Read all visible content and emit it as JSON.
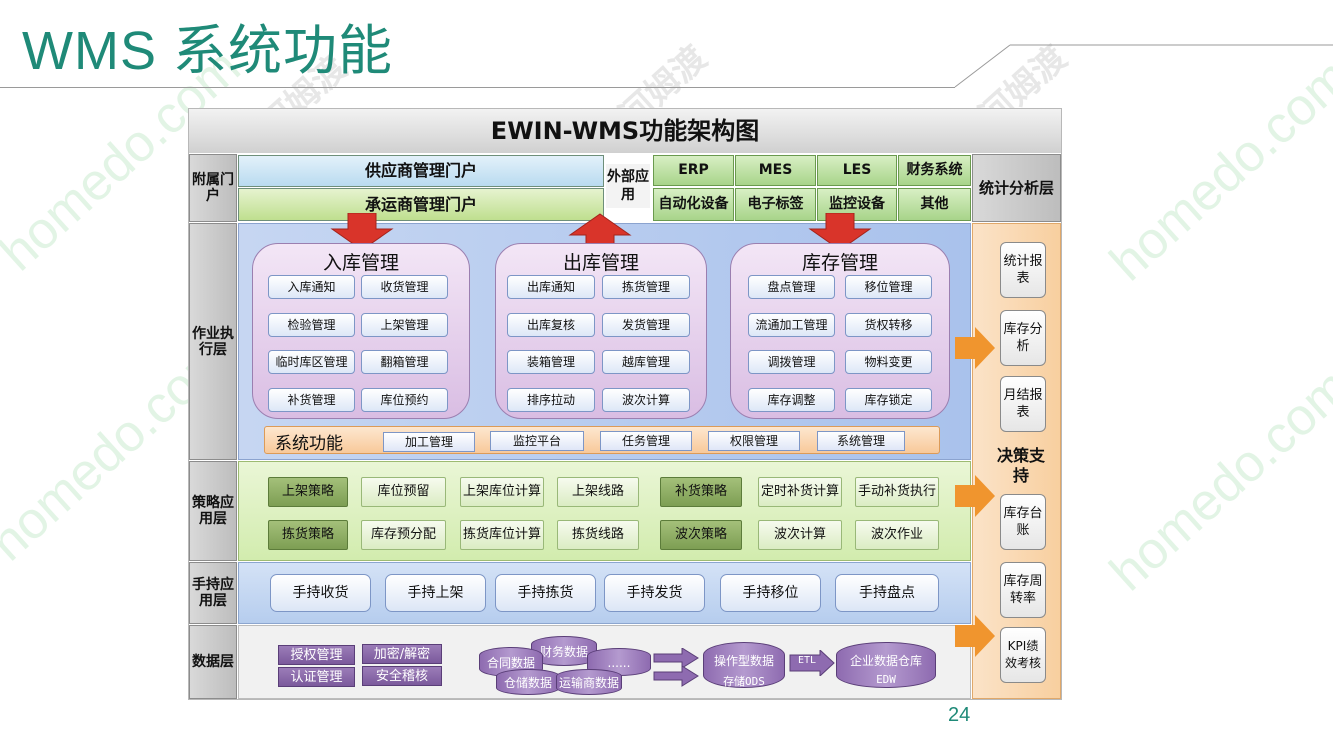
{
  "slide": {
    "title": "WMS 系统功能",
    "page_number": "24"
  },
  "diagram": {
    "title": "EWIN-WMS功能架构图",
    "rows": {
      "portal": "附属门户",
      "exec": "作业执行层",
      "strategy": "策略应用层",
      "handheld": "手持应用层",
      "data": "数据层",
      "stats": "统计分析层"
    },
    "portals": [
      "供应商管理门户",
      "承运商管理门户"
    ],
    "external": {
      "label": "外部应用",
      "items_top": [
        "ERP",
        "MES",
        "LES",
        "财务系统"
      ],
      "items_bottom": [
        "自动化设备",
        "电子标签",
        "监控设备",
        "其他"
      ]
    },
    "groups": [
      {
        "title": "入库管理",
        "modules": [
          "入库通知",
          "收货管理",
          "检验管理",
          "上架管理",
          "临时库区管理",
          "翻箱管理",
          "补货管理",
          "库位预约"
        ]
      },
      {
        "title": "出库管理",
        "modules": [
          "出库通知",
          "拣货管理",
          "出库复核",
          "发货管理",
          "装箱管理",
          "越库管理",
          "排序拉动",
          "波次计算"
        ]
      },
      {
        "title": "库存管理",
        "modules": [
          "盘点管理",
          "移位管理",
          "流通加工管理",
          "货权转移",
          "调拨管理",
          "物料变更",
          "库存调整",
          "库存锁定"
        ]
      }
    ],
    "system": {
      "label": "系统功能",
      "modules": [
        "加工管理",
        "监控平台",
        "任务管理",
        "权限管理",
        "系统管理"
      ]
    },
    "strategy": {
      "row1": [
        "上架策略",
        "库位预留",
        "上架库位计算",
        "上架线路",
        "补货策略",
        "定时补货计算",
        "手动补货执行"
      ],
      "row2": [
        "拣货策略",
        "库存预分配",
        "拣货库位计算",
        "拣货线路",
        "波次策略",
        "波次计算",
        "波次作业"
      ]
    },
    "handheld": [
      "手持收货",
      "手持上架",
      "手持拣货",
      "手持发货",
      "手持移位",
      "手持盘点"
    ],
    "data": {
      "security": [
        "授权管理",
        "加密/解密",
        "认证管理",
        "安全稽核"
      ],
      "stores": [
        "合同数据",
        "财务数据",
        "......",
        "仓储数据",
        "运输商数据"
      ],
      "ods": [
        "操作型数据",
        "存储ODS"
      ],
      "etl": "ETL",
      "edw": [
        "企业数据仓库",
        "EDW"
      ]
    },
    "right": {
      "items_top": [
        "统计报表",
        "库存分析",
        "月结报表"
      ],
      "decision": "决策支持",
      "items_bottom": [
        "库存台账",
        "库存周转率",
        "KPI绩效考核"
      ]
    }
  },
  "watermark": {
    "latin": "homedo.com",
    "cn": "河姆渡"
  },
  "colors": {
    "title": "#1f8a78",
    "arrow_red": "#d9342a",
    "arrow_orange": "#f0952e"
  }
}
